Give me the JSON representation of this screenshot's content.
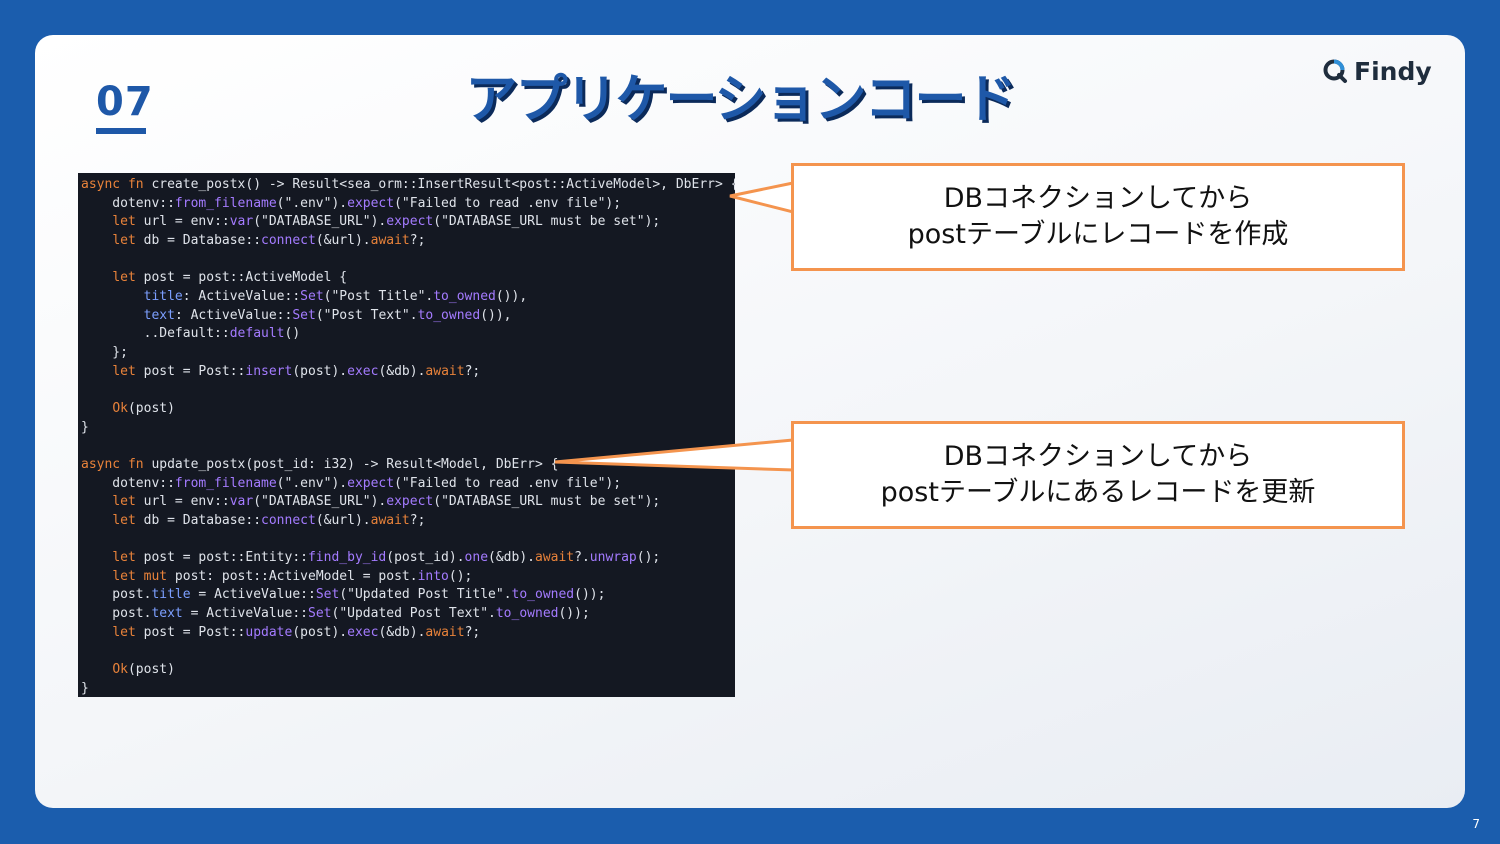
{
  "slide": {
    "section_number": "07",
    "title": "アプリケーションコード",
    "brand_name": "Findy",
    "page_number": "7"
  },
  "code_lines": [
    "async fn create_postx() -> Result<sea_orm::InsertResult<post::ActiveModel>, DbErr> {",
    "    dotenv::from_filename(\".env\").expect(\"Failed to read .env file\");",
    "    let url = env::var(\"DATABASE_URL\").expect(\"DATABASE_URL must be set\");",
    "    let db = Database::connect(&url).await?;",
    "",
    "    let post = post::ActiveModel {",
    "        title: ActiveValue::Set(\"Post Title\".to_owned()),",
    "        text: ActiveValue::Set(\"Post Text\".to_owned()),",
    "        ..Default::default()",
    "    };",
    "    let post = Post::insert(post).exec(&db).await?;",
    "",
    "    Ok(post)",
    "}",
    "",
    "async fn update_postx(post_id: i32) -> Result<Model, DbErr> {",
    "    dotenv::from_filename(\".env\").expect(\"Failed to read .env file\");",
    "    let url = env::var(\"DATABASE_URL\").expect(\"DATABASE_URL must be set\");",
    "    let db = Database::connect(&url).await?;",
    "",
    "    let post = post::Entity::find_by_id(post_id).one(&db).await?.unwrap();",
    "    let mut post: post::ActiveModel = post.into();",
    "    post.title = ActiveValue::Set(\"Updated Post Title\".to_owned());",
    "    post.text = ActiveValue::Set(\"Updated Post Text\".to_owned());",
    "    let post = Post::update(post).exec(&db).await?;",
    "",
    "    Ok(post)",
    "}"
  ],
  "callouts": [
    {
      "line1": "DBコネクションしてから",
      "line2": "postテーブルにレコードを作成"
    },
    {
      "line1": "DBコネクションしてから",
      "line2": "postテーブルにあるレコードを更新"
    }
  ],
  "colors": {
    "frame_blue": "#1b5dad",
    "title_blue": "#1e58a8",
    "callout_border": "#f4944e",
    "code_background": "#141822"
  }
}
